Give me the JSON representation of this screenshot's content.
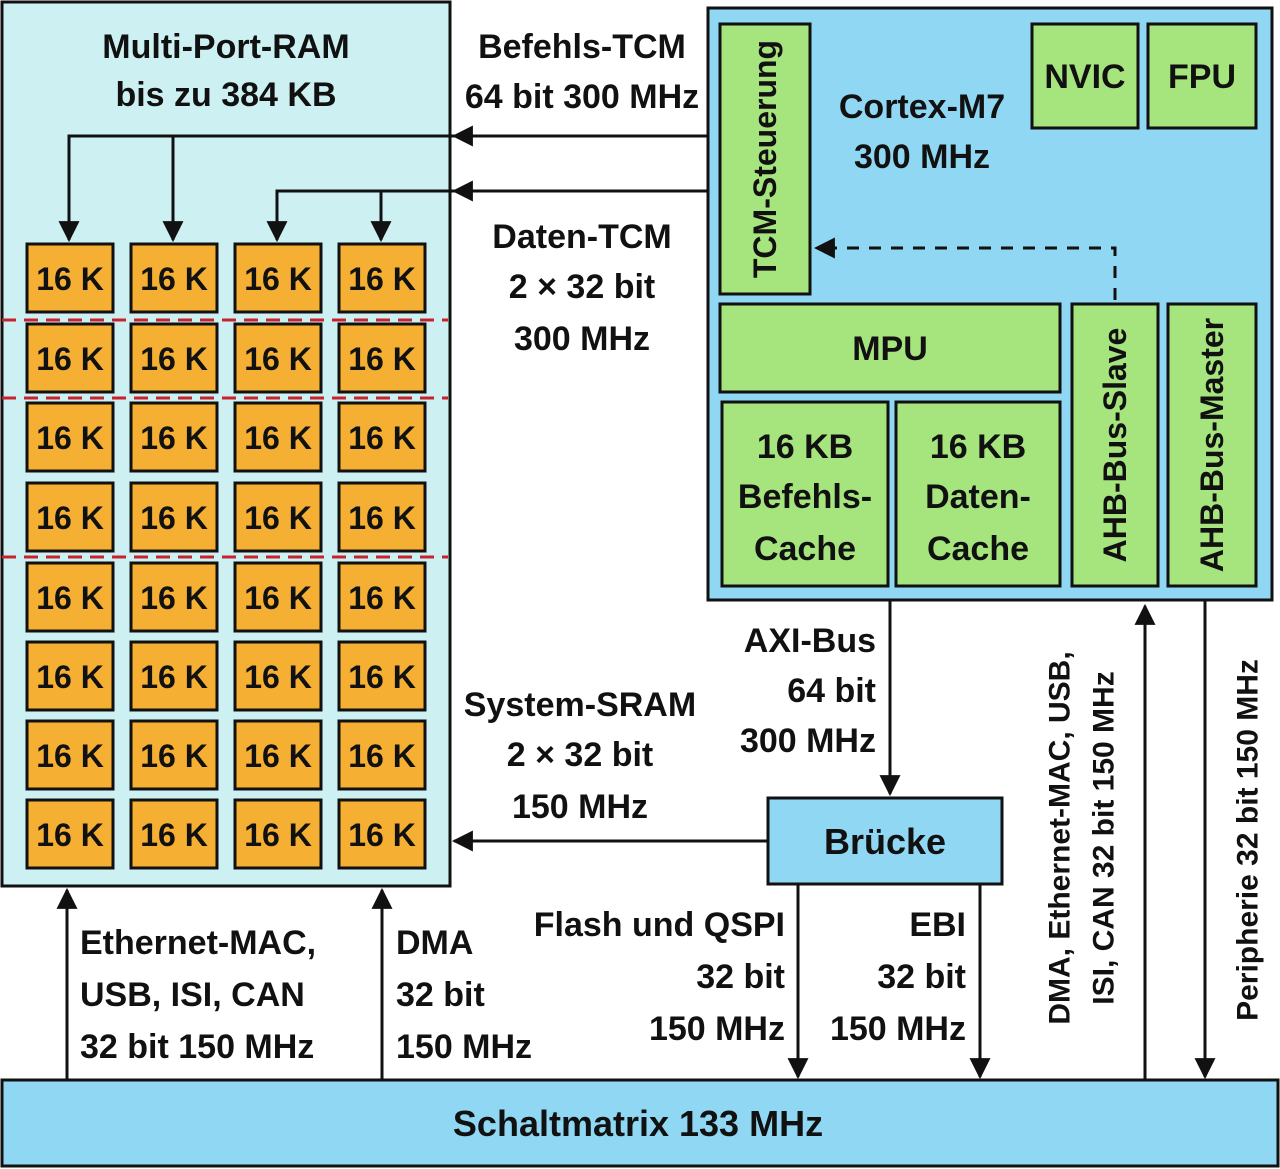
{
  "ram": {
    "title": "Multi-Port-RAM",
    "subtitle": "bis zu 384 KB",
    "bank_label": "16 K",
    "rows": 8,
    "cols": 4
  },
  "links": {
    "itcm_1": "Befehls-TCM",
    "itcm_2": "64 bit 300 MHz",
    "dtcm_1": "Daten-TCM",
    "dtcm_2": "2 × 32 bit",
    "dtcm_3": "300 MHz",
    "sram_1": "System-SRAM",
    "sram_2": "2 × 32 bit",
    "sram_3": "150 MHz",
    "axi_1": "AXI-Bus",
    "axi_2": "64 bit",
    "axi_3": "300 MHz",
    "eth_1": "Ethernet-MAC,",
    "eth_2": "USB, ISI, CAN",
    "eth_3": "32 bit 150 MHz",
    "dma_1": "DMA",
    "dma_2": "32 bit",
    "dma_3": "150 MHz",
    "flash_1": "Flash und QSPI",
    "flash_2": "32 bit",
    "flash_3": "150 MHz",
    "ebi_1": "EBI",
    "ebi_2": "32 bit",
    "ebi_3": "150 MHz",
    "ahb_slave_1": "DMA, Ethernet-MAC, USB,",
    "ahb_slave_2": "ISI, CAN 32 bit 150 MHz",
    "periph": "Peripherie 32 bit 150 MHz"
  },
  "core": {
    "title": "Cortex-M7",
    "freq": "300 MHz",
    "nvic": "NVIC",
    "fpu": "FPU",
    "tcm_ctrl": "TCM-Steuerung",
    "mpu": "MPU",
    "icache_1": "16 KB",
    "icache_2": "Befehls-",
    "icache_3": "Cache",
    "dcache_1": "16 KB",
    "dcache_2": "Daten-",
    "dcache_3": "Cache",
    "ahb_slave": "AHB-Bus-Slave",
    "ahb_master": "AHB-Bus-Master"
  },
  "bridge": "Brücke",
  "matrix": "Schaltmatrix 133 MHz",
  "colors": {
    "ram_fill": "#cdf1f2",
    "core_fill": "#8fd7f3",
    "block_green": "#a6e47e",
    "bank_orange": "#f5b033",
    "divider_red": "#c8232c"
  }
}
